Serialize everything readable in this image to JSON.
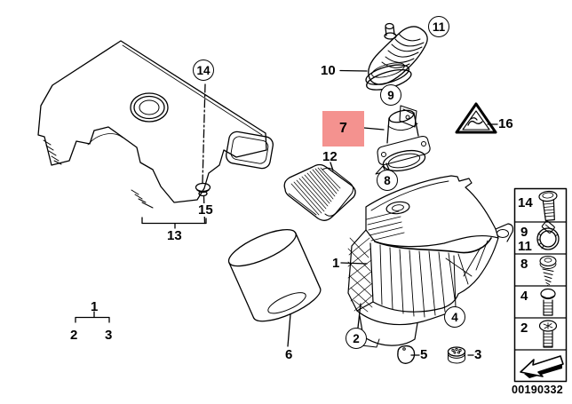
{
  "diagram": {
    "image_id": "00190332",
    "highlight_color": "#f4928f",
    "line_color": "#000000",
    "labels": {
      "n1": "1",
      "n2": "2",
      "n3": "3",
      "n4": "4",
      "n5": "5",
      "n6": "6",
      "n7": "7",
      "n8": "8",
      "n9": "9",
      "n10": "10",
      "n11": "11",
      "n12": "12",
      "n13": "13",
      "n14": "14",
      "n15": "15",
      "n16": "16"
    },
    "tree": {
      "parent": "1",
      "child_left": "2",
      "child_right": "3"
    },
    "sidebar": {
      "rows": [
        {
          "label": "14",
          "icon": "screw-icon"
        },
        {
          "label": "9",
          "label2": "11",
          "icon": "hose-clamp-icon"
        },
        {
          "label": "8",
          "icon": "tapping-screw-icon"
        },
        {
          "label": "4",
          "icon": "hex-bolt-icon"
        },
        {
          "label": "2",
          "icon": "machine-screw-icon"
        },
        {
          "label": "",
          "icon": "direction-arrow-icon"
        }
      ]
    }
  }
}
